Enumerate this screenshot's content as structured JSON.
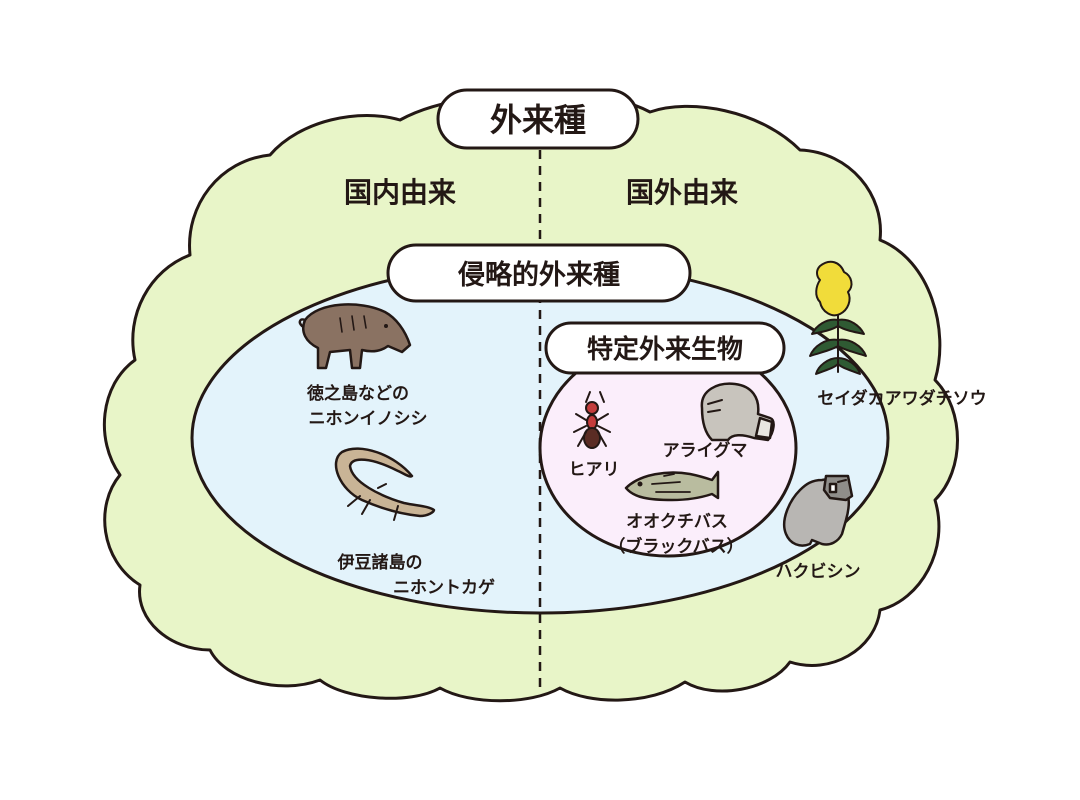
{
  "diagram": {
    "title": "外来種",
    "domestic_label": "国内由来",
    "foreign_label": "国外由来",
    "invasive_label": "侵略的外来種",
    "specified_label": "特定外来生物",
    "species": {
      "boar_line1": "徳之島などの",
      "boar_line2": "ニホンイノシシ",
      "lizard_line1": "伊豆諸島の",
      "lizard_line2": "ニホントカゲ",
      "fire_ant": "ヒアリ",
      "raccoon": "アライグマ",
      "bass_line1": "オオクチバス",
      "bass_line2": "（ブラックバス）",
      "goldenrod": "セイダカアワダチソウ",
      "civet": "ハクビシン"
    },
    "colors": {
      "outline": "#231815",
      "cloud_fill": "#e8f5c8",
      "invasive_fill": "#e3f3fb",
      "specified_fill": "#fbeefb",
      "label_fill": "#ffffff"
    }
  }
}
